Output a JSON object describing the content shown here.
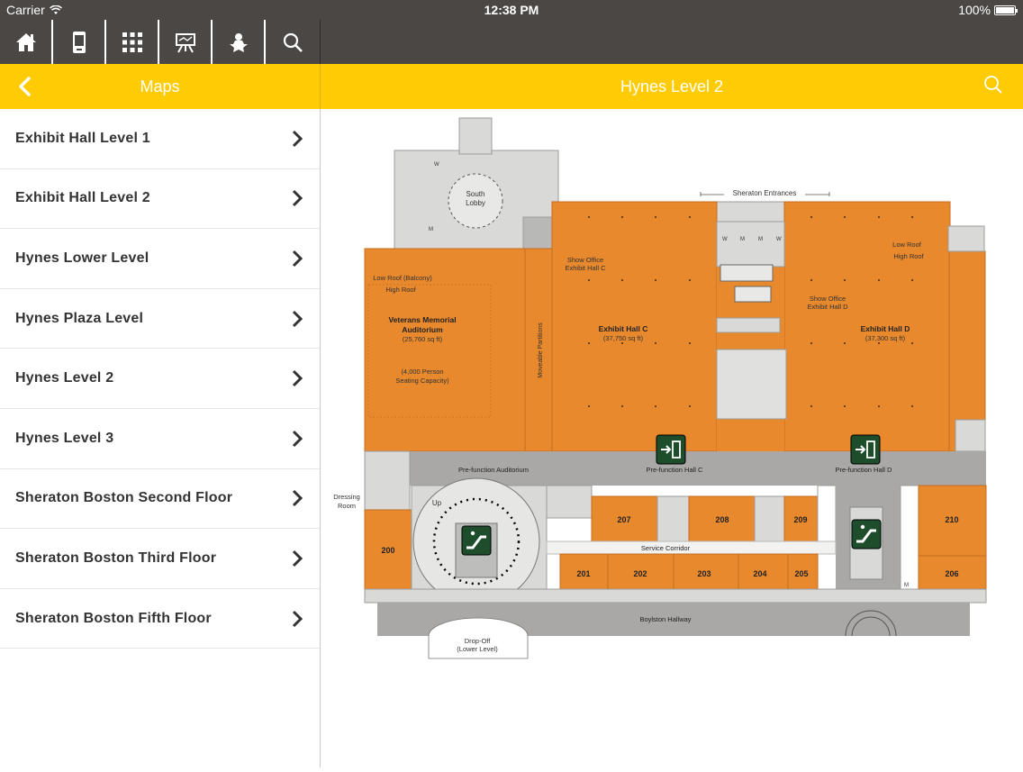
{
  "status_bar": {
    "carrier": "Carrier",
    "time": "12:38 PM",
    "battery": "100%"
  },
  "toolbar": {
    "icons": [
      "home-icon",
      "mobile-icon",
      "grid-icon",
      "presentation-icon",
      "exhibitor-icon",
      "search-icon"
    ]
  },
  "nav": {
    "left_title": "Maps",
    "right_title": "Hynes Level 2"
  },
  "sidebar": {
    "items": [
      {
        "label": "Exhibit Hall Level 1"
      },
      {
        "label": "Exhibit Hall Level 2"
      },
      {
        "label": "Hynes Lower Level"
      },
      {
        "label": "Hynes Plaza Level"
      },
      {
        "label": "Hynes Level 2"
      },
      {
        "label": "Hynes Level 3"
      },
      {
        "label": "Sheraton Boston Second Floor"
      },
      {
        "label": "Sheraton Boston Third Floor"
      },
      {
        "label": "Sheraton Boston Fifth Floor"
      }
    ]
  },
  "map": {
    "labels": {
      "south_lobby_1": "South",
      "south_lobby_2": "Lobby",
      "sheraton_entrances": "Sheraton Entrances",
      "low_roof_balcony": "Low Roof (Balcony)",
      "high_roof_left": "High Roof",
      "veterans_1": "Veterans Memorial",
      "veterans_2": "Auditorium",
      "veterans_3": "(25,760 sq ft)",
      "capacity_1": "(4,000 Person",
      "capacity_2": "Seating Capacity)",
      "movable": "Moveable Partitions",
      "show_office_c_1": "Show Office",
      "show_office_c_2": "Exhibit Hall C",
      "hall_c_1": "Exhibit Hall C",
      "hall_c_2": "(37,750 sq ft)",
      "show_office_d_1": "Show Office",
      "show_office_d_2": "Exhibit Hall D",
      "hall_d_1": "Exhibit Hall D",
      "hall_d_2": "(37,300 sq ft)",
      "low_roof_right": "Low Roof",
      "high_roof_right": "High Roof",
      "prefunction_aud": "Pre-function Auditorium",
      "prefunction_c": "Pre-function Hall C",
      "prefunction_d": "Pre-function Hall D",
      "dressing_1": "Dressing",
      "dressing_2": "Room",
      "up": "Up",
      "service_corridor": "Service Corridor",
      "boylston": "Boylston Hallway",
      "dropoff_1": "Drop-Off",
      "dropoff_2": "(Lower Level)",
      "w": "W",
      "m": "M"
    },
    "rooms": {
      "r200": "200",
      "r201": "201",
      "r202": "202",
      "r203": "203",
      "r204": "204",
      "r205": "205",
      "r206": "206",
      "r207": "207",
      "r208": "208",
      "r209": "209",
      "r210": "210"
    },
    "colors": {
      "orange": "#e8892d",
      "corridor": "#a9a8a6",
      "light": "#d9d9d7",
      "green": "#1e4d2b"
    }
  }
}
